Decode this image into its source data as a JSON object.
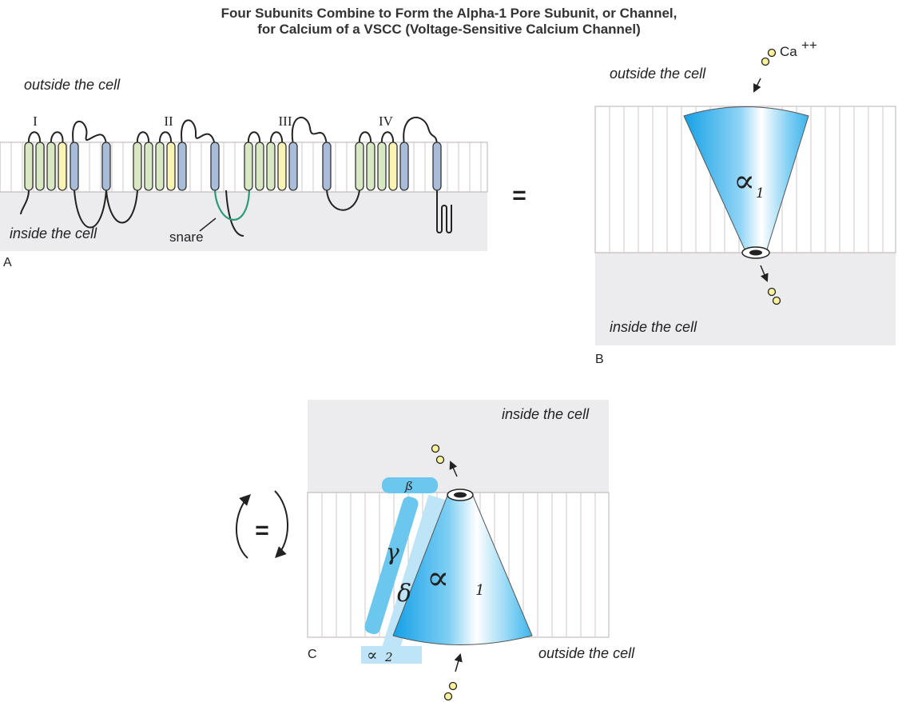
{
  "title": {
    "line1": "Four Subunits Combine to Form the Alpha-1 Pore Subunit, or Channel,",
    "line2": "for Calcium of a VSCC (Voltage-Sensitive Calcium Channel)"
  },
  "panel_a": {
    "letter": "A",
    "outside_label": "outside the cell",
    "inside_label": "inside the cell",
    "domains": [
      "I",
      "II",
      "III",
      "IV"
    ],
    "snare_label": "snare",
    "equals": "="
  },
  "panel_b": {
    "letter": "B",
    "outside_label": "outside the cell",
    "inside_label": "inside the cell",
    "ion_label": "Ca",
    "ion_charge": "++",
    "alpha_symbol": "∝",
    "alpha_subscript": "1"
  },
  "panel_c": {
    "letter": "C",
    "inside_label": "inside the cell",
    "outside_label": "outside the cell",
    "equals": "=",
    "alpha_symbol": "∝",
    "alpha_subscript": "1",
    "beta_symbol": "ß",
    "gamma_symbol": "γ",
    "delta_symbol": "δ",
    "alpha2_symbol": "∝",
    "alpha2_subscript": "2"
  },
  "colors": {
    "helix_green": "#d7e8c3",
    "helix_yellow": "#fbf3b3",
    "helix_blue": "#a9bcd9",
    "snare_green": "#2e9a7c",
    "membrane_line": "#c8c0c0",
    "inside_gray": "#ecebee",
    "ion_yellow": "#fbf39a",
    "cone_blue": "#1aa4e6",
    "subunit_blue": "#6cc7ef"
  }
}
